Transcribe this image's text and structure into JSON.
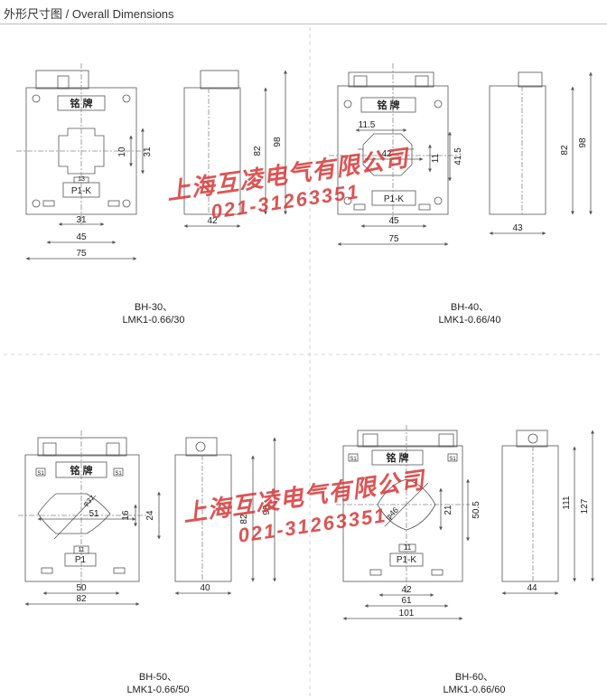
{
  "header": {
    "title": "外形尺寸图 / Overall Dimensions"
  },
  "watermark": {
    "company": "上海互凌电气有限公司",
    "phone": "021-31263351"
  },
  "panels": {
    "p1": {
      "name": "BH-30、",
      "model": "LMK1-0.66/30",
      "plate": "铭 牌",
      "terminal": "P1-K",
      "slot": "13",
      "dims": {
        "w_total": "75",
        "w_mount": "45",
        "w_window": "31",
        "h_window": "31",
        "h_slot": "10",
        "h_total": "98",
        "h_body": "82",
        "depth": "42"
      }
    },
    "p2": {
      "name": "BH-40、",
      "model": "LMK1-0.66/40",
      "plate": "铭 牌",
      "terminal": "P1-K",
      "dims": {
        "w_total": "75",
        "w_mount": "45",
        "w_slot": "11.5",
        "w_window": "42",
        "h_window": "41.5",
        "h_slot": "11",
        "h_total": "98",
        "h_body": "82",
        "depth": "43"
      }
    },
    "p3": {
      "name": "BH-50、",
      "model": "LMK1-0.66/50",
      "plate": "铭 牌",
      "terminal": "P1",
      "s1": "S1",
      "s2": "S1",
      "slot": "11",
      "dims": {
        "w_total": "82",
        "w_mount": "50",
        "w_window": "51",
        "diam": "φ37",
        "h_window": "24",
        "h_slot": "16",
        "h_total": "98",
        "h_body": "82",
        "depth": "40"
      }
    },
    "p4": {
      "name": "BH-60、",
      "model": "LMK1-0.66/60",
      "plate": "铭 牌",
      "terminal": "P1-K",
      "s1": "S1",
      "s2": "S1",
      "slot": "11",
      "dims": {
        "w_total": "101",
        "w_mount": "61",
        "w_inner": "42",
        "diam": "φ46",
        "h_window": "50.5",
        "h_slot": "21",
        "h_total": "127",
        "h_body": "111",
        "depth": "44"
      }
    }
  }
}
